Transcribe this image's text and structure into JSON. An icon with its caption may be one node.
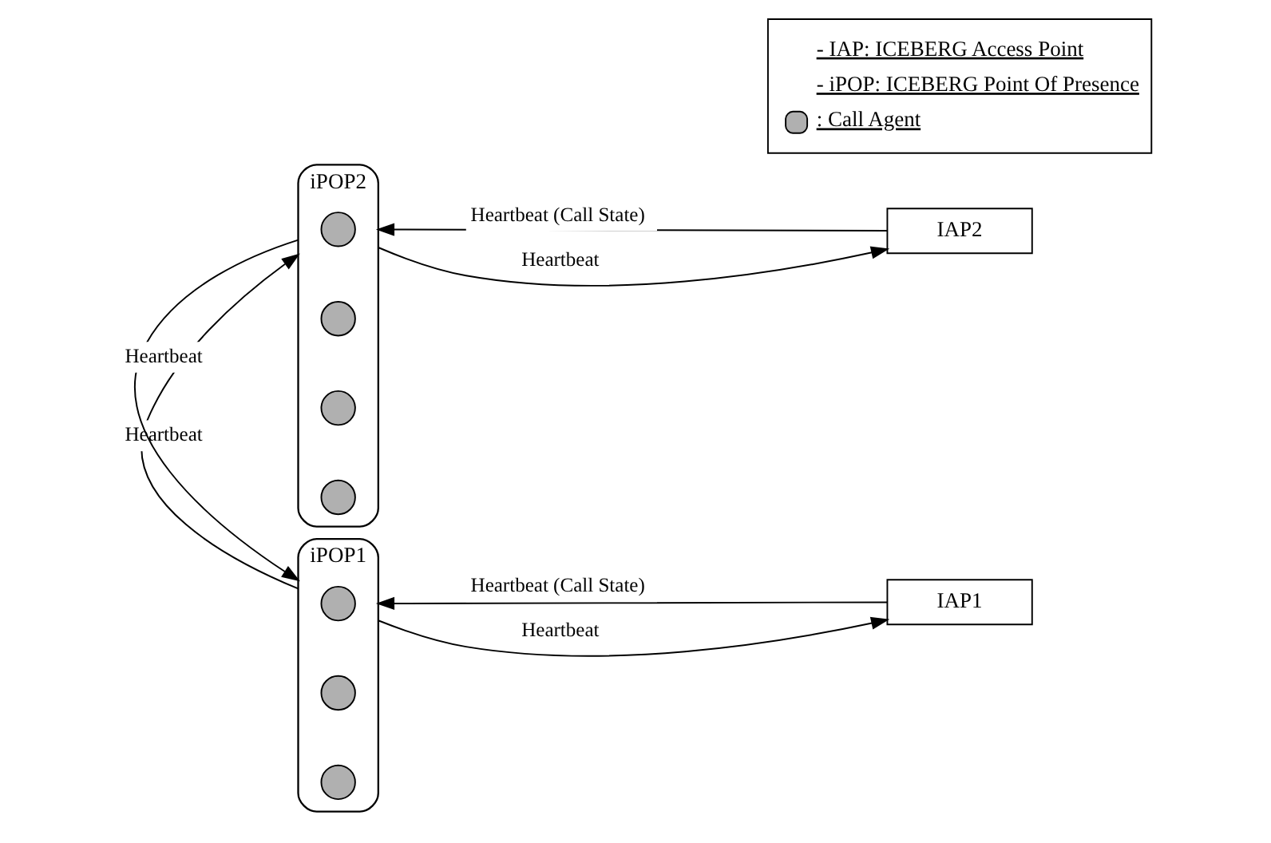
{
  "diagram": {
    "nodes": [
      {
        "text": [
          "iPOP1"
        ]
      },
      {
        "text": [],
        "shape": "circle",
        "in": 0
      },
      {
        "text": [],
        "shape": "circle",
        "in": 0
      },
      {
        "text": [],
        "shape": "circle",
        "in": 0
      },
      {
        "text": [
          "IAP1"
        ]
      },
      {
        "text": [
          "iPOP2"
        ]
      },
      {
        "text": [],
        "shape": "circle",
        "in": 5
      },
      {
        "text": [],
        "shape": "circle",
        "in": 5
      },
      {
        "text": [],
        "shape": "circle",
        "in": 5
      },
      {
        "text": [],
        "shape": "circle",
        "in": 5
      },
      {
        "text": [
          "IAP2"
        ]
      }
    ],
    "edges": [
      {
        "from": 4,
        "to": 0,
        "arrow": "to",
        "label": "Heartbeat (Call State)"
      },
      {
        "from": 0,
        "to": 4,
        "arrow": "to",
        "label": "Heartbeat"
      },
      {
        "from": 0,
        "to": 5,
        "arrow": "to",
        "label": "Heartbeat"
      },
      {
        "from": 5,
        "to": 0,
        "arrow": "to",
        "label": "Heartbeat"
      },
      {
        "from": 10,
        "to": 5,
        "arrow": "to",
        "label": "Heartbeat (Call State)"
      },
      {
        "from": 5,
        "to": 10,
        "arrow": "to",
        "label": "Heartbeat"
      }
    ],
    "legend": [
      {
        "text": "- IAP: ICEBERG Access Point"
      },
      {
        "text": "- iPOP: ICEBERG Point Of Presence"
      },
      {
        "text": ": Call Agent"
      }
    ]
  }
}
